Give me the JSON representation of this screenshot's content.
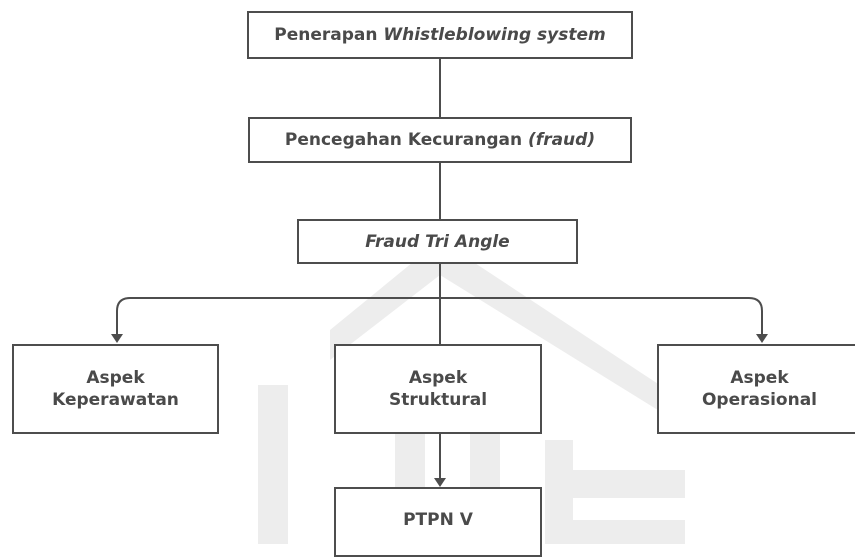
{
  "diagram": {
    "nodes": {
      "penerapan": {
        "plain": "Penerapan ",
        "italic": "Whistleblowing system"
      },
      "pencegahan": {
        "plain": "Pencegahan Kecurangan ",
        "italic": "(fraud)"
      },
      "fraud_triangle": {
        "italic": "Fraud Tri Angle"
      },
      "aspek_keperawatan": {
        "line1": "Aspek",
        "line2": "Keperawatan"
      },
      "aspek_struktural": {
        "line1": "Aspek",
        "line2": "Struktural"
      },
      "aspek_operasional": {
        "line1": "Aspek",
        "line2": "Operasional"
      },
      "ptpn": {
        "label": "PTPN V"
      }
    },
    "edges": [
      {
        "from": "penerapan",
        "to": "pencegahan",
        "arrow": false
      },
      {
        "from": "pencegahan",
        "to": "fraud_triangle",
        "arrow": false
      },
      {
        "from": "fraud_triangle",
        "to": "aspek_keperawatan",
        "arrow": true
      },
      {
        "from": "fraud_triangle",
        "to": "aspek_struktural",
        "arrow": false
      },
      {
        "from": "fraud_triangle",
        "to": "aspek_operasional",
        "arrow": true
      },
      {
        "from": "aspek_struktural",
        "to": "ptpn",
        "arrow": true
      }
    ],
    "colors": {
      "border": "#4d4d4d",
      "text": "#4a4a4a",
      "watermark": "#ececec"
    }
  }
}
